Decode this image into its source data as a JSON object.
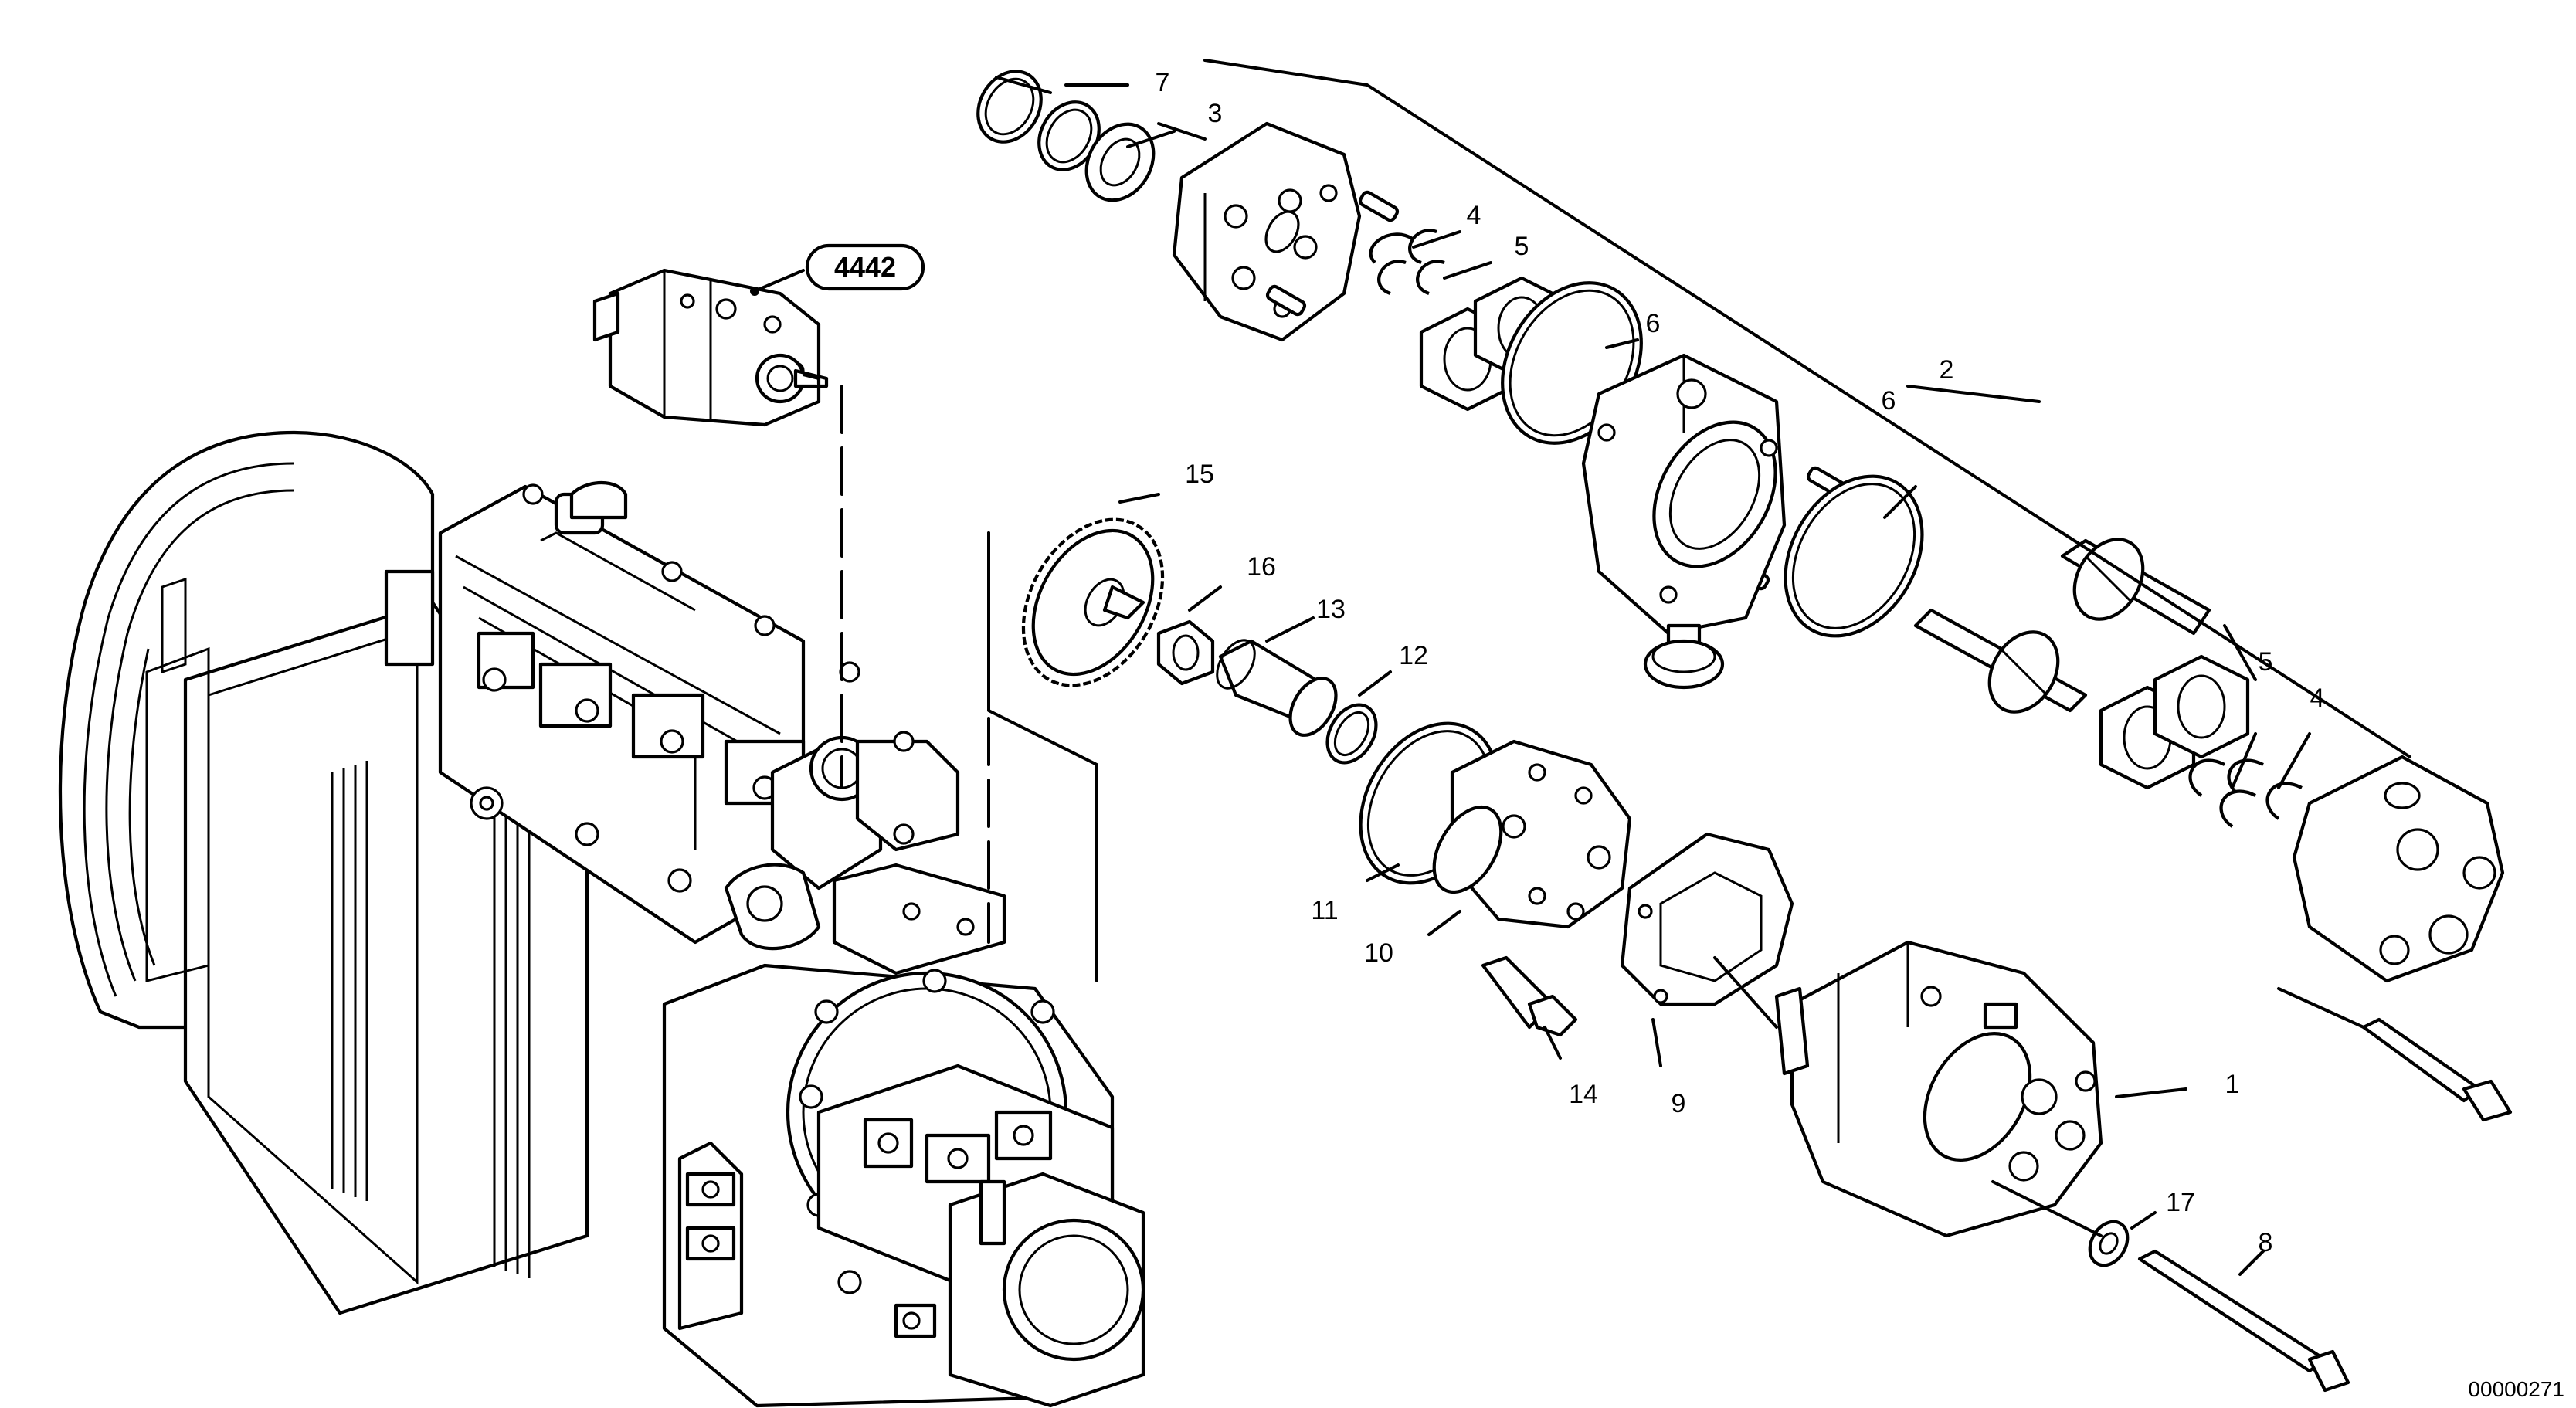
{
  "reference_tag": "4442",
  "drawing_number": "00000271",
  "callouts": {
    "c1": "1",
    "c2": "2",
    "c3": "3",
    "c4a": "4",
    "c4b": "4",
    "c5a": "5",
    "c5b": "5",
    "c6a": "6",
    "c6b": "6",
    "c7": "7",
    "c8": "8",
    "c9": "9",
    "c10": "10",
    "c11": "11",
    "c12": "12",
    "c13": "13",
    "c14": "14",
    "c15": "15",
    "c16": "16",
    "c17": "17"
  }
}
